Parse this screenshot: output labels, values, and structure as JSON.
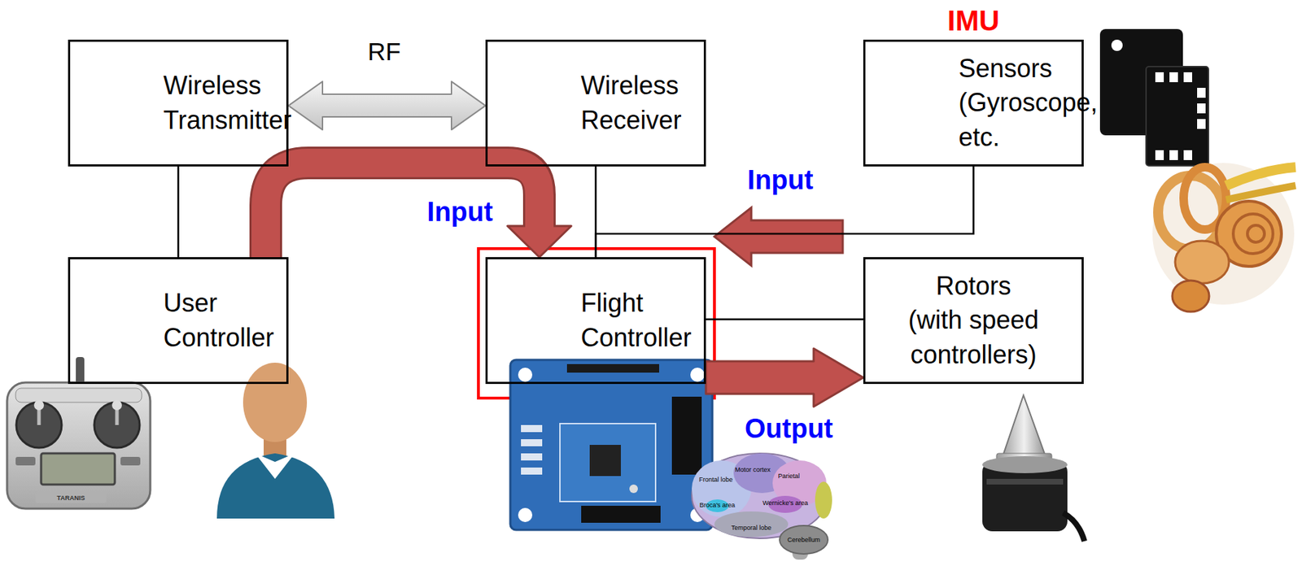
{
  "diagram": {
    "nodes": [
      {
        "text": [
          "Wireless Transmitter"
        ]
      },
      {
        "text": [
          "Wireless Receiver"
        ]
      },
      {
        "text": [
          "IMU",
          "Sensors (Gyroscope, etc."
        ]
      },
      {
        "text": [
          "User Controller"
        ]
      },
      {
        "text": [
          "Flight Controller"
        ]
      },
      {
        "text": [
          "Rotors (with speed controllers)"
        ]
      }
    ],
    "edges": [
      {
        "from": 0,
        "to": 1,
        "arrow": "both",
        "label": "RF"
      },
      {
        "from": 0,
        "to": 3,
        "arrow": "none"
      },
      {
        "from": 1,
        "to": 4,
        "arrow": "none"
      },
      {
        "from": 2,
        "to": 4,
        "arrow": "none"
      },
      {
        "from": 4,
        "to": 5,
        "arrow": "none"
      },
      {
        "from": 3,
        "to": 4,
        "arrow": "to",
        "label": "Input"
      },
      {
        "from": 4,
        "to": 5,
        "arrow": "to",
        "label": "Output"
      }
    ],
    "labels": [
      "Input",
      "TARANIS",
      "Frontal lobe",
      "Motor cortex",
      "Parietal",
      "Broca's area",
      "Wernicke's area",
      "Temporal lobe",
      "Cerebellum"
    ]
  }
}
